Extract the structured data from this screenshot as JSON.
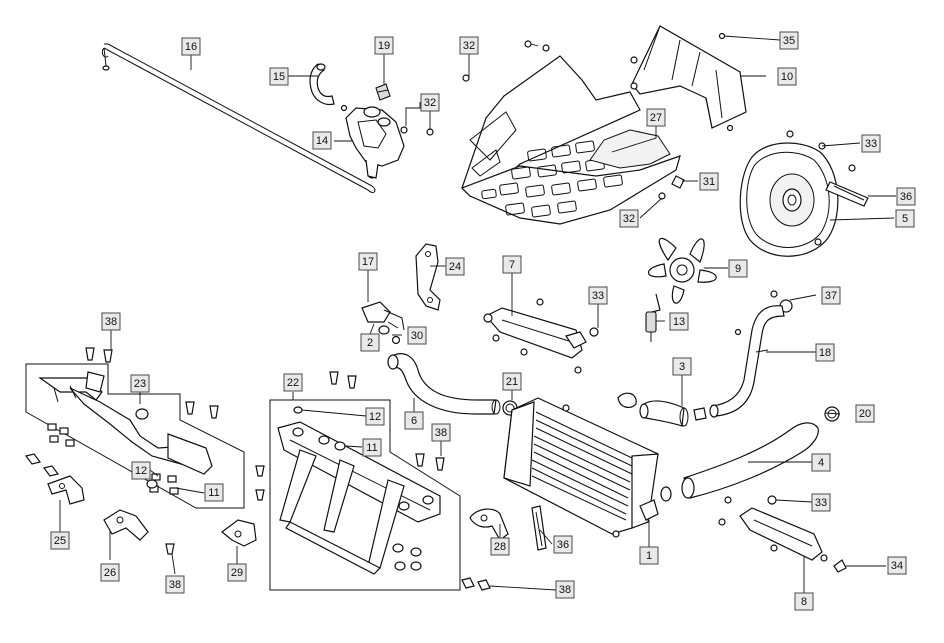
{
  "diagram": {
    "callouts": [
      {
        "id": "c16",
        "text": "16"
      },
      {
        "id": "c19",
        "text": "19"
      },
      {
        "id": "c32a",
        "text": "32"
      },
      {
        "id": "c35",
        "text": "35"
      },
      {
        "id": "c15",
        "text": "15"
      },
      {
        "id": "c32b",
        "text": "32"
      },
      {
        "id": "c10",
        "text": "10"
      },
      {
        "id": "c14",
        "text": "14"
      },
      {
        "id": "c27",
        "text": "27"
      },
      {
        "id": "c33a",
        "text": "33"
      },
      {
        "id": "c31",
        "text": "31"
      },
      {
        "id": "c36a",
        "text": "36"
      },
      {
        "id": "c32c",
        "text": "32"
      },
      {
        "id": "c5",
        "text": "5"
      },
      {
        "id": "c17",
        "text": "17"
      },
      {
        "id": "c24",
        "text": "24"
      },
      {
        "id": "c7",
        "text": "7"
      },
      {
        "id": "c9",
        "text": "9"
      },
      {
        "id": "c33b",
        "text": "33"
      },
      {
        "id": "c37",
        "text": "37"
      },
      {
        "id": "c38a",
        "text": "38"
      },
      {
        "id": "c13",
        "text": "13"
      },
      {
        "id": "c30",
        "text": "30"
      },
      {
        "id": "c2",
        "text": "2"
      },
      {
        "id": "c18",
        "text": "18"
      },
      {
        "id": "c23",
        "text": "23"
      },
      {
        "id": "c22",
        "text": "22"
      },
      {
        "id": "c3",
        "text": "3"
      },
      {
        "id": "c21",
        "text": "21"
      },
      {
        "id": "c12a",
        "text": "12"
      },
      {
        "id": "c6",
        "text": "6"
      },
      {
        "id": "c20",
        "text": "20"
      },
      {
        "id": "c11a",
        "text": "11"
      },
      {
        "id": "c38b",
        "text": "38"
      },
      {
        "id": "c4",
        "text": "4"
      },
      {
        "id": "c12b",
        "text": "12"
      },
      {
        "id": "c11b",
        "text": "11"
      },
      {
        "id": "c33c",
        "text": "33"
      },
      {
        "id": "c25",
        "text": "25"
      },
      {
        "id": "c28",
        "text": "28"
      },
      {
        "id": "c36b",
        "text": "36"
      },
      {
        "id": "c1",
        "text": "1"
      },
      {
        "id": "c34",
        "text": "34"
      },
      {
        "id": "c26",
        "text": "26"
      },
      {
        "id": "c38c",
        "text": "38"
      },
      {
        "id": "c29",
        "text": "29"
      },
      {
        "id": "c38d",
        "text": "38"
      },
      {
        "id": "c8",
        "text": "8"
      }
    ]
  }
}
